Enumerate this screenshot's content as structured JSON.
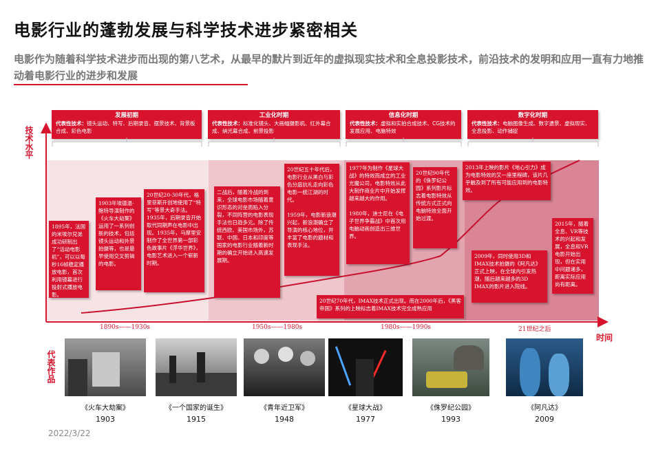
{
  "title": "电影行业的蓬勃发展与科学技术进步紧密相关",
  "subtitle": "电影作为随着科学技术进步而出现的第八艺术，从最早的默片到近年的虚拟现实技术和全息投影技术，前沿技术的发明和应用一直有力地推动着电影行业的进步和发展",
  "axis": {
    "y_label": "技术水平",
    "x_label": "时间",
    "films_label": "代表作品"
  },
  "eras": [
    {
      "name": "发展初期",
      "prefix": "代表性技术：",
      "tech": "镜头运动、特写、后期录音、摆景技术、背景板合成、彩色电影"
    },
    {
      "name": "工业化时期",
      "prefix": "代表性技术：",
      "tech": "标准化镜头、大画幅摄影机、红外幕合成、纳光幕合成、前景投影"
    },
    {
      "name": "信息化时期",
      "prefix": "代表性技术：",
      "tech": "虚拟和实拍合成技术、CG技术的发展应用、电脑特效"
    },
    {
      "name": "数字化时期",
      "prefix": "代表性技术：",
      "tech": "电脑图像生成、数字遗景、虚拟现实、全息投影、动作捕捉"
    }
  ],
  "notes": [
    "1895年，法国的米埃尔兄弟成功研制出了“活动电影机”，可以以每秒16帧稳定播放电影，首次利用镜幕进行投射式播放电影。",
    "1903年埃德温·鲍特导演制作的《火车大劫案》运用了一系列创新的技术，包括镜头运动和外景拍摄等，也是最早使用交叉剪辑的电影。",
    "20世纪20-30年代，格里菲斯开创地使用了“特写”等景大奇手法。1935年，后期录音开始取代同期声在电影中出现。1935年，马摩里安制作了全世界第一部彩色故事片《浮华世界》，电影艺术进入一个崭新时期。",
    "二战后，随着冷战的到来，全球电影市场随着意识形态的对垒而陷入分裂，不同阵营的电影表现手法也日趋多元。除了传统西欧、美国市场外，苏联、中国、日本和印度等国家的电影行业随着新时期的确立开始进入高速发展期。",
    "20世纪五十年代后，电影行业从黑白与彩色分庭抗礼走向彩色电影一统江湖的时代。\n\n1959年，电影新浪潮兴起，新浪潮确立了导演的核心地位，并丰富了电影的题材和表现手法。",
    "20世纪70年代，IMAX技术正式出现。而在2000年后，《黑客帝国》系列的上映标志着IMAX技术完全成熟应用",
    "1977年为制作《星球大战》的特效而成立的工业光魔公司，电影特效从此大制作商业片中开始发挥越来越大的作用。\n\n1980年，迪士尼在《电子世界争霸战》中首次用电脑动画创造出三维世界。",
    "20世纪90年代的《侏罗纪公园》系列影片标志着电影特效从传统方式正式向电脑特效全面开始过渡。",
    "2013年上映的影片《地心引力》成为电影特效的又一座里程碑，该片几乎触及到了所有可能应用到的电影特效。",
    "2009年，同时使用3D和IMAX技术拍摄的《阿凡达》正式上映，在全球内引发热潮，随后越来越多的3D IMAX的影片进入院线。",
    "2015年，随着全息、VR等技术的兴起和发展，全息和VR电影开始出现，但在实用中问题诸多，距离实际应用尚有距离。"
  ],
  "periods": [
    "1890s——1930s",
    "1950s——1980s",
    "1980s——1990s",
    "21世纪之后"
  ],
  "films": [
    {
      "title": "《火车大劫案》",
      "year": "1903"
    },
    {
      "title": "《一个国家的诞生》",
      "year": "1915"
    },
    {
      "title": "《青年近卫军》",
      "year": "1948"
    },
    {
      "title": "《星球大战》",
      "year": "1977"
    },
    {
      "title": "《侏罗纪公园》",
      "year": "1993"
    },
    {
      "title": "《阿凡达》",
      "year": "2009"
    }
  ],
  "date": "2022/3/22",
  "colors": {
    "accent": "#d7132e",
    "band1": "#f6e3e6",
    "band2": "#eec6cc",
    "band3": "#e2a4ae",
    "band4": "#d98595"
  }
}
